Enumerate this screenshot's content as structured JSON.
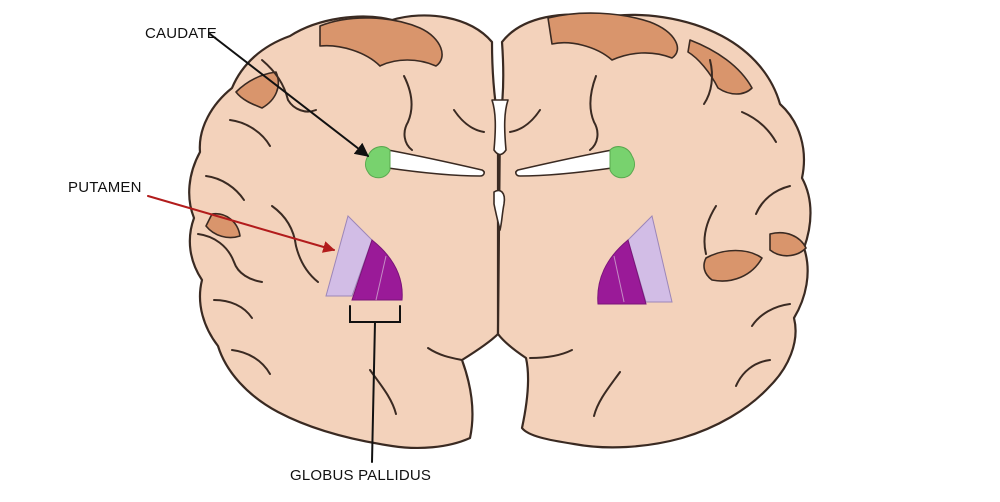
{
  "labels": {
    "caudate": "CAUDATE",
    "putamen": "PUTAMEN",
    "globus_pallidus": "GLOBUS PALLIDUS"
  },
  "colors": {
    "brain_fill": "#f3d2bb",
    "cortex_patch": "#d9956c",
    "caudate": "#78d26e",
    "putamen": "#d2bde6",
    "globus_pallidus": "#9a1a98",
    "ventricle": "#ffffff",
    "outline": "#3a2a22",
    "caudate_arrow": "#111111",
    "putamen_arrow": "#b21c1c",
    "label_text": "#111111"
  }
}
